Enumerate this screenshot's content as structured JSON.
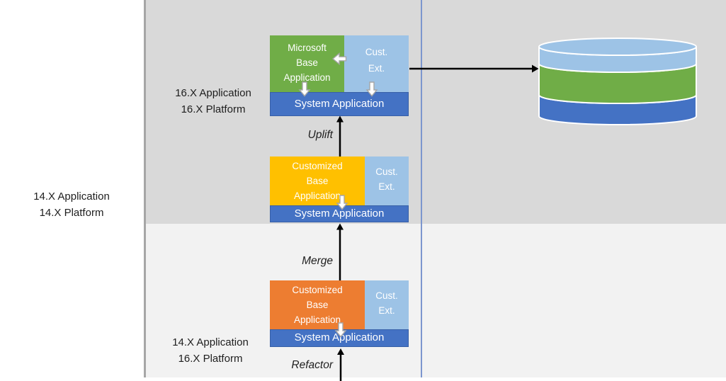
{
  "colors": {
    "base_green": "#70AD47",
    "base_yellow": "#FFC000",
    "base_orange": "#ED7D31",
    "cust_ext_blue": "#9DC3E6",
    "system_blue": "#4472C4",
    "bg_dark_gray": "#D9D9D9",
    "bg_light_gray": "#F2F2F2",
    "left_divider_gray": "#A6A6A6",
    "right_divider_blue": "#7C96CE",
    "arrow_black": "#000000",
    "block_arrow_white": "#FFFFFF",
    "block_arrow_outline": "#A6A6A6",
    "db_top": "#9DC3E6",
    "db_middle": "#70AD47",
    "db_bottom": "#4472C4"
  },
  "stage_labels": {
    "v16": {
      "line1": "16.X Application",
      "line2": "16.X Platform"
    },
    "v14_outer": {
      "line1": "14.X Application",
      "line2": "14.X Platform"
    },
    "v14_16": {
      "line1": "14.X Application",
      "line2": "16.X Platform"
    }
  },
  "arrow_labels": {
    "uplift": "Uplift",
    "merge": "Merge",
    "refactor": "Refactor"
  },
  "stages": {
    "top": {
      "base": [
        "Microsoft",
        "Base",
        "Application"
      ],
      "ext": [
        "Cust.",
        "Ext."
      ],
      "system": "System Application"
    },
    "middle": {
      "base": [
        "Customized",
        "Base",
        "Application"
      ],
      "ext": [
        "Cust.",
        "Ext."
      ],
      "system": "System Application"
    },
    "bottom": {
      "base": [
        "Customized",
        "Base",
        "Application"
      ],
      "ext": [
        "Cust.",
        "Ext."
      ],
      "system": "System Application"
    }
  }
}
